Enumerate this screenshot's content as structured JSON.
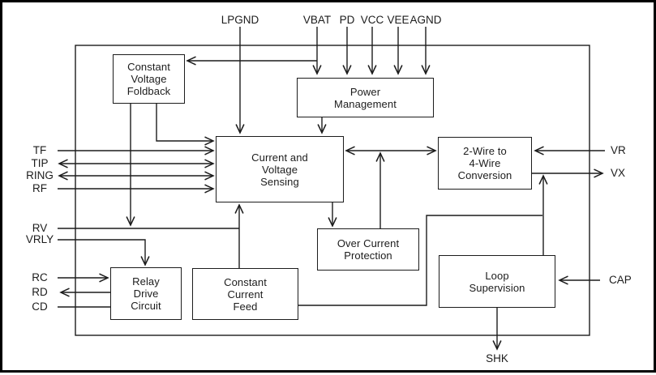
{
  "diagram_name": "SLIC functional block diagram",
  "colors": {
    "line": "#1c1c1c",
    "background": "#ffffff",
    "block_fill": "#ffffff",
    "frame": "#000000"
  },
  "pins": {
    "lpgnd": "LPGND",
    "vbat": "VBAT",
    "pd": "PD",
    "vcc": "VCC",
    "vee": "VEE",
    "agnd": "AGND",
    "tf": "TF",
    "tip": "TIP",
    "ring": "RING",
    "rf": "RF",
    "rv": "RV",
    "vrly": "VRLY",
    "rc": "RC",
    "rd": "RD",
    "cd": "CD",
    "vr": "VR",
    "vx": "VX",
    "cap": "CAP",
    "shk": "SHK"
  },
  "blocks": {
    "cvf": {
      "lines": [
        "Constant",
        "Voltage",
        "Foldback"
      ]
    },
    "pm": {
      "lines": [
        "Power",
        "Management"
      ]
    },
    "cvs": {
      "lines": [
        "Current and",
        "Voltage",
        "Sensing"
      ]
    },
    "w24": {
      "lines": [
        "2-Wire to",
        "4-Wire",
        "Conversion"
      ]
    },
    "ocp": {
      "lines": [
        "Over Current",
        "Protection"
      ]
    },
    "rdc": {
      "lines": [
        "Relay",
        "Drive",
        "Circuit"
      ]
    },
    "ccf": {
      "lines": [
        "Constant",
        "Current",
        "Feed"
      ]
    },
    "ls": {
      "lines": [
        "Loop",
        "Supervision"
      ]
    }
  }
}
